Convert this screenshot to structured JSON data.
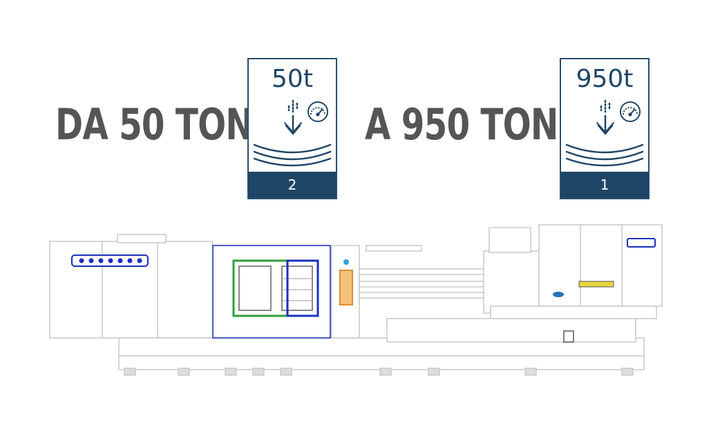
{
  "headline_left": "DA 50 TON",
  "headline_right": "A 950 TON",
  "badges": [
    {
      "tonnage": "50t",
      "footer": "2"
    },
    {
      "tonnage": "950t",
      "footer": "1"
    }
  ],
  "colors": {
    "headline_text": "#555555",
    "badge_navy": "#1f4566",
    "machine_accent_blue": "#1a2fbf",
    "machine_accent_green": "#2e9e3a",
    "machine_accent_orange": "#e08a2e"
  },
  "icons": [
    "pressure-down-arrow-icon",
    "gauge-icon",
    "machine-illustration"
  ]
}
